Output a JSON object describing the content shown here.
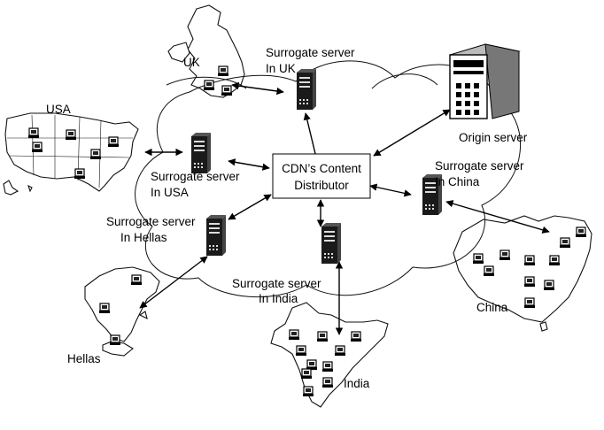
{
  "center": {
    "line1": "CDN’s Content",
    "line2": "Distributor"
  },
  "origin": {
    "label": "Origin server"
  },
  "surrogates": {
    "uk": {
      "line1": "Surrogate server",
      "line2": "In UK"
    },
    "usa": {
      "line1": "Surrogate server",
      "line2": "In USA"
    },
    "china": {
      "line1": "Surrogate server",
      "line2": "In China"
    },
    "hellas": {
      "line1": "Surrogate server",
      "line2": "In Hellas"
    },
    "india": {
      "line1": "Surrogate server",
      "line2": "In India"
    }
  },
  "regions": {
    "uk": "UK",
    "usa": "USA",
    "china": "China",
    "hellas": "Hellas",
    "india": "India"
  },
  "icons": {
    "server": "server-tower-icon",
    "client": "client-computer-icon",
    "origin": "origin-server-icon"
  },
  "colors": {
    "ink": "#000000",
    "background": "#ffffff"
  }
}
